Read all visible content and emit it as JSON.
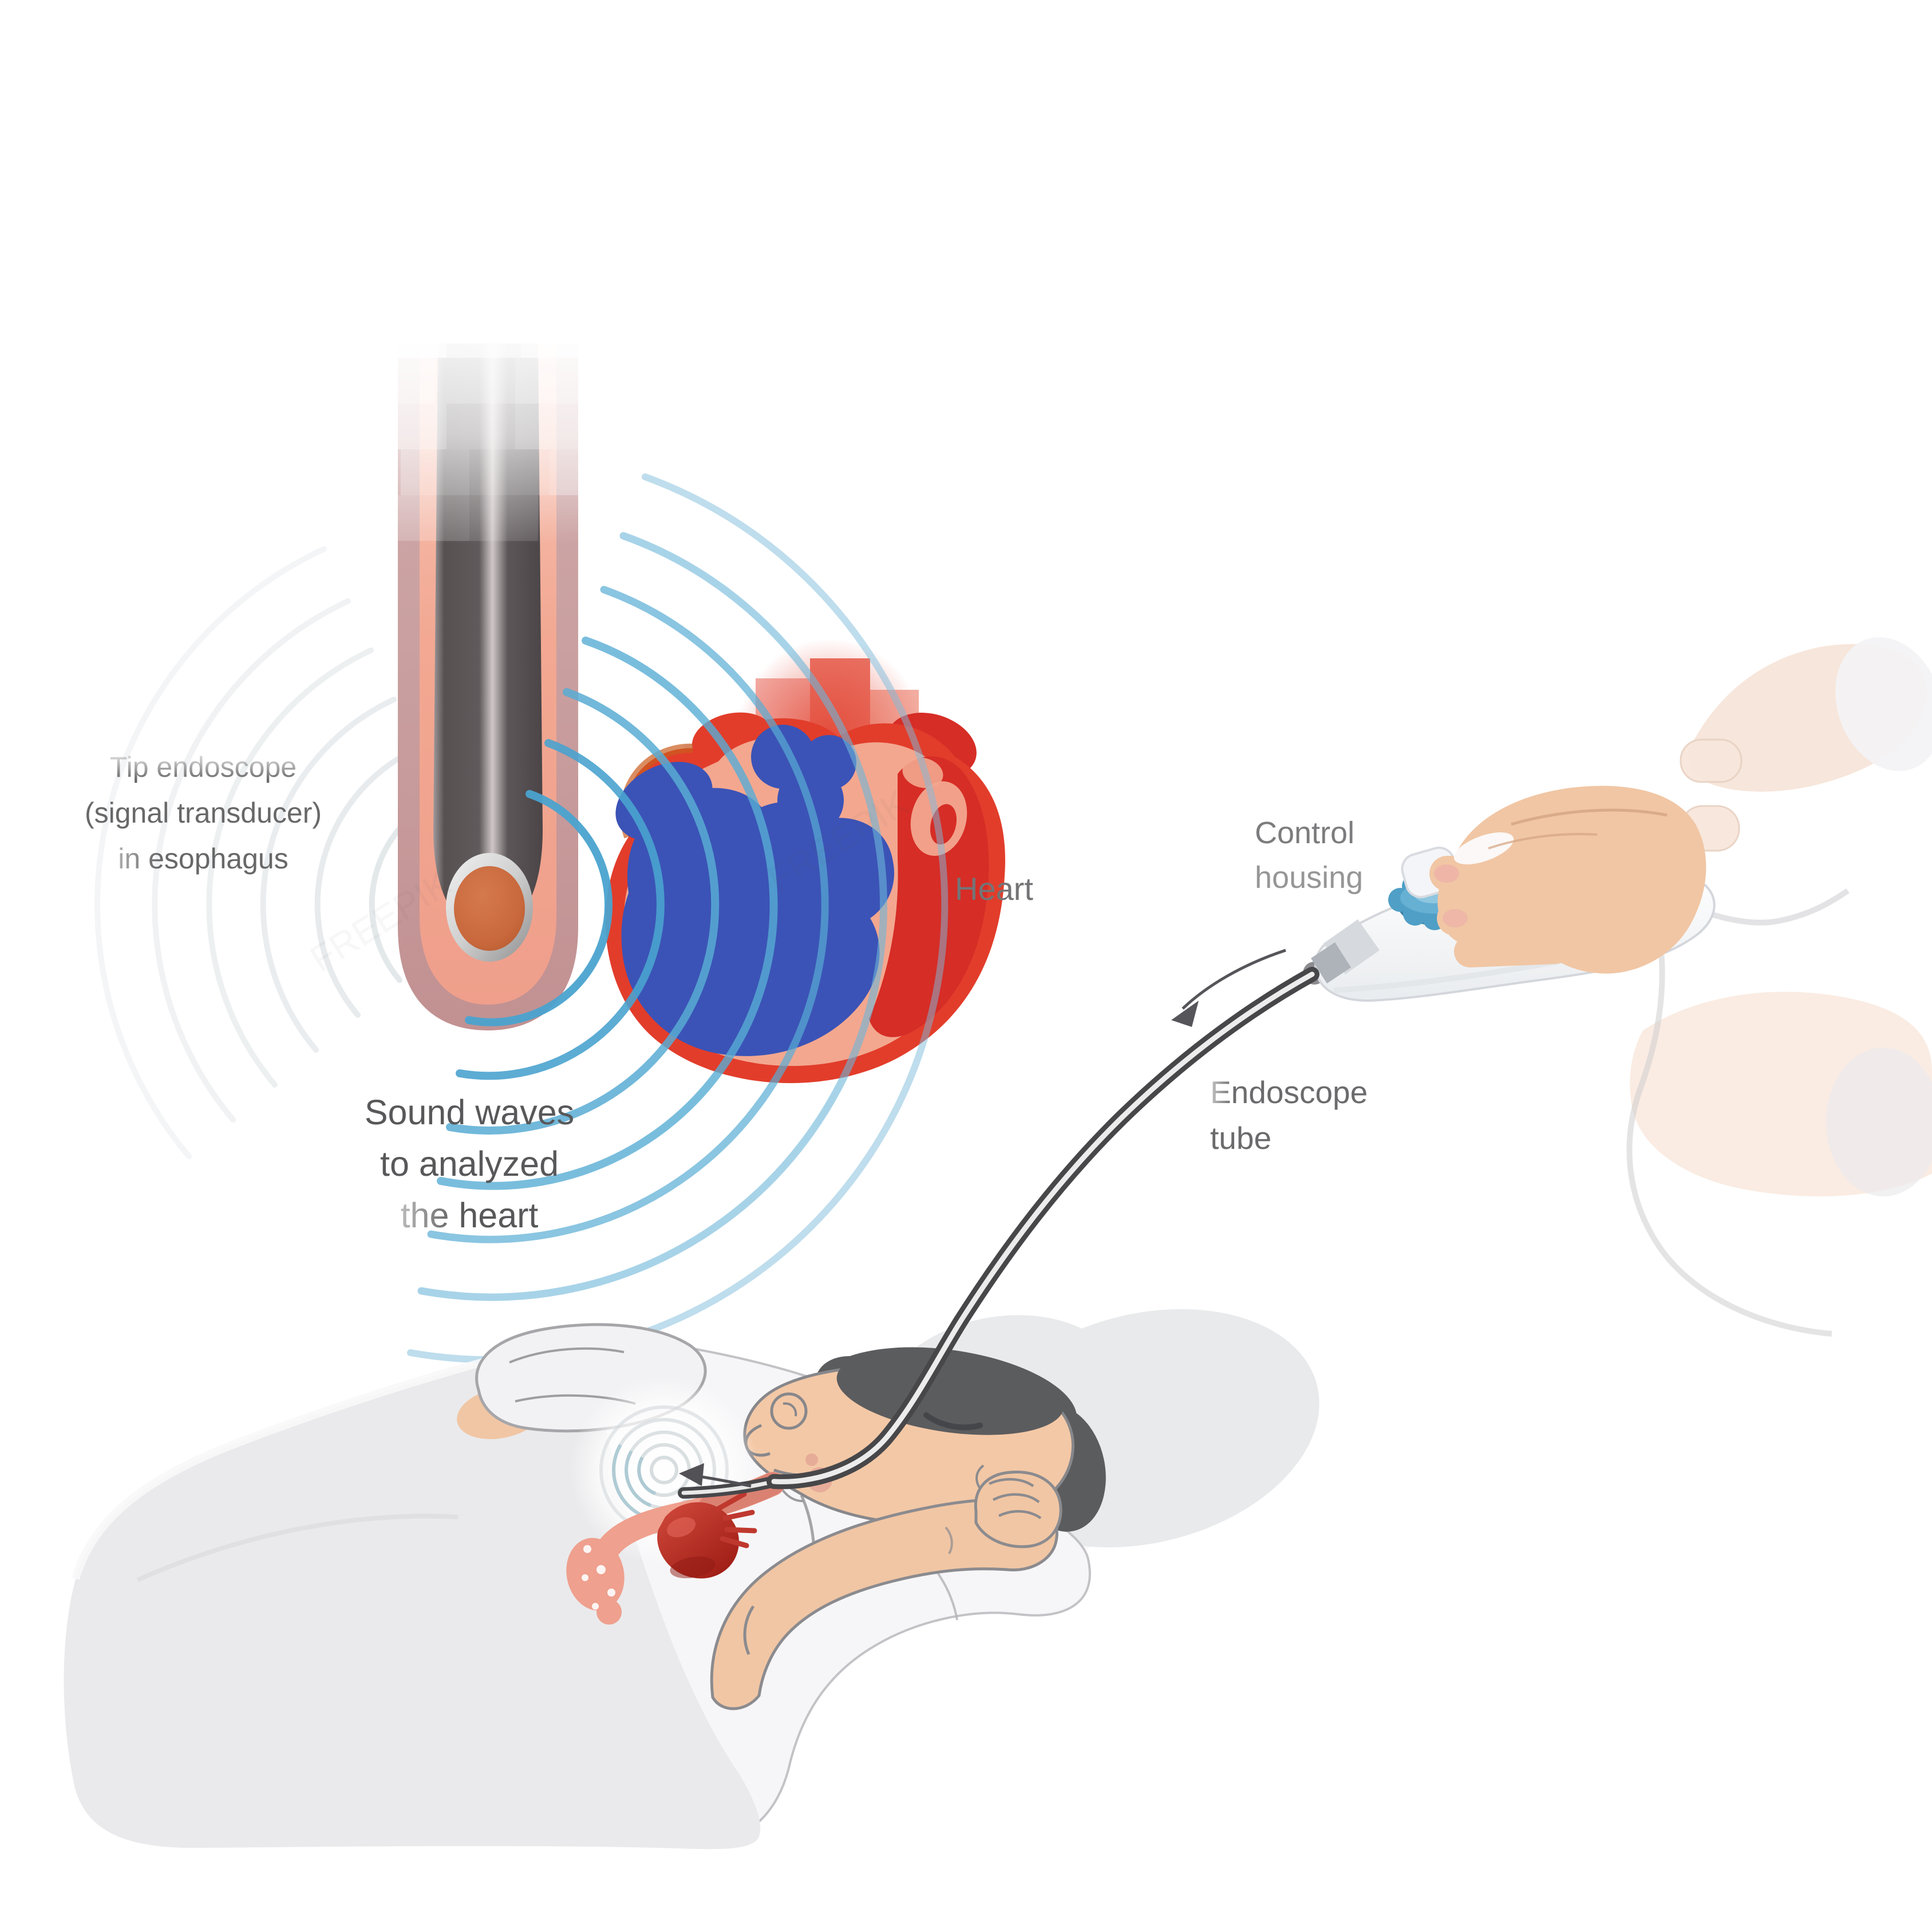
{
  "page": {
    "background_color": "#ffffff",
    "watermark_text": "FREEPIK"
  },
  "labels": {
    "tip_endoscope": {
      "line1": "Tip endoscope",
      "line2": "(signal transducer)",
      "line3": "in esophagus"
    },
    "sound_waves": {
      "line1": "Sound waves",
      "line2": "to analyzed",
      "line3": "the heart"
    },
    "heart": "Heart",
    "control_housing": {
      "line1": "Control",
      "line2": "housing"
    },
    "endoscope_tube": {
      "line1": "Endoscope",
      "line2": "tube"
    }
  },
  "icons": {
    "tube_direction_arrow": "curved-arrow-down-left",
    "probe_direction_arrow": "arrow-left"
  },
  "illustration": {
    "colors": {
      "esophagus_wall": "#c69b9c",
      "esophagus_inner": "#f0a28e",
      "endoscope_shaft": "#57514f",
      "transducer_ring": "#d9d9d9",
      "transducer_face": "#c96a3e",
      "sound_wave_blue": "#58acd4",
      "heart_red": "#e23d2b",
      "heart_blue": "#3b53b6",
      "heart_wall_salmon": "#f3a78f",
      "skin": "#f1c6a4",
      "hair": "#5b5c5e",
      "pillow": "#e8eaeb",
      "blanket": "#eaeaec",
      "shirt": "#f6f6f8",
      "dial_blue": "#57a7cd",
      "tube_dark": "#47474a",
      "label_gray": "#6b6b6b"
    }
  }
}
